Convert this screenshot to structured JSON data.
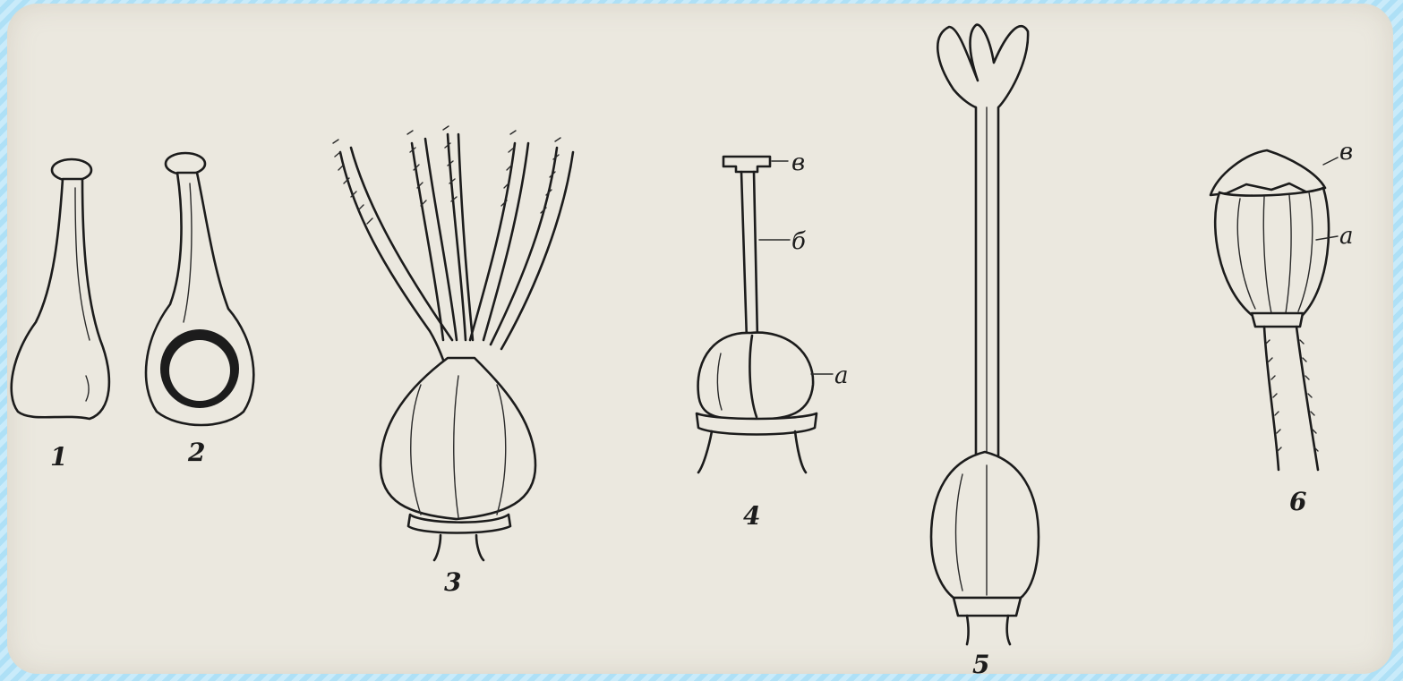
{
  "figures": [
    {
      "number": "1"
    },
    {
      "number": "2"
    },
    {
      "number": "3"
    },
    {
      "number": "4",
      "labels": [
        "в",
        "б",
        "а"
      ]
    },
    {
      "number": "5"
    },
    {
      "number": "6",
      "labels": [
        "в",
        "а"
      ]
    }
  ]
}
